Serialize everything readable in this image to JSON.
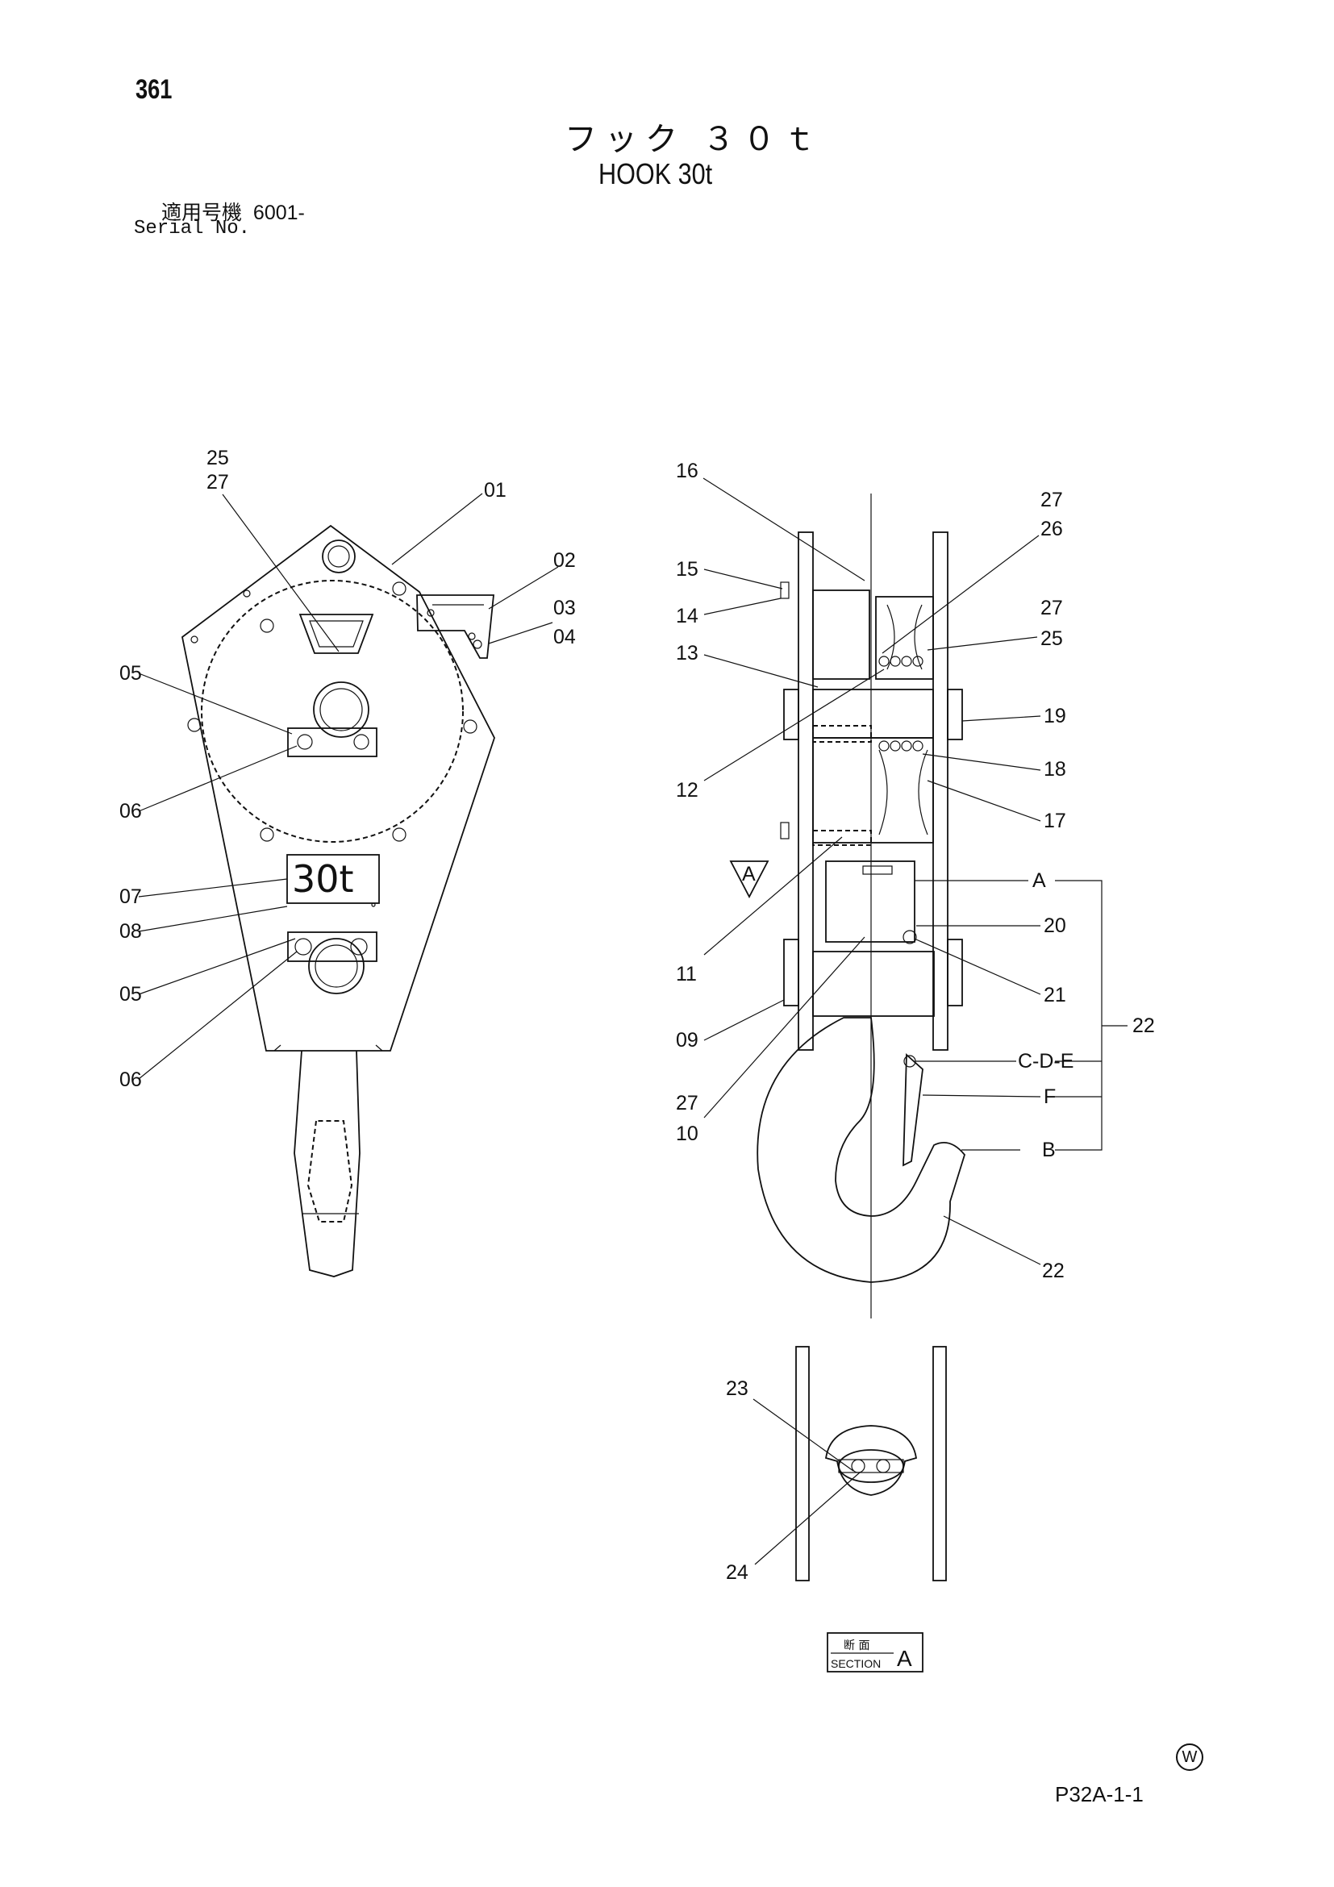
{
  "page_number": "361",
  "title_jp": "フック ３０ｔ",
  "title_en": "HOOK 30t",
  "serial_label_jp": "適用号機",
  "serial_value": "6001-",
  "serial_label_en": "Serial No.",
  "plate_text": "30t",
  "left_view_labels": {
    "p25": "25",
    "p27": "27",
    "p01": "01",
    "p02": "02",
    "p03": "03",
    "p04": "04",
    "p05a": "05",
    "p06a": "06",
    "p07": "07",
    "p08": "08",
    "p05b": "05",
    "p06b": "06"
  },
  "right_view_labels": {
    "p16": "16",
    "p27a": "27",
    "p26": "26",
    "p15": "15",
    "p14": "14",
    "p27b": "27",
    "p25": "25",
    "p13": "13",
    "p19": "19",
    "p12": "12",
    "p18": "18",
    "p17": "17",
    "arrow_a": "A",
    "pA": "A",
    "p20": "20",
    "p11": "11",
    "p21": "21",
    "p22a": "22",
    "p09": "09",
    "pCDE": "C-D-E",
    "p27c": "27",
    "p10": "10",
    "pF": "F",
    "pB": "B",
    "p22b": "22"
  },
  "section_labels": {
    "p23": "23",
    "p24": "24"
  },
  "section_tag": {
    "jp": "断 面",
    "en": "SECTION",
    "letter": "A"
  },
  "drawing_code": "P32A-1-1",
  "watermark_letter": "W"
}
